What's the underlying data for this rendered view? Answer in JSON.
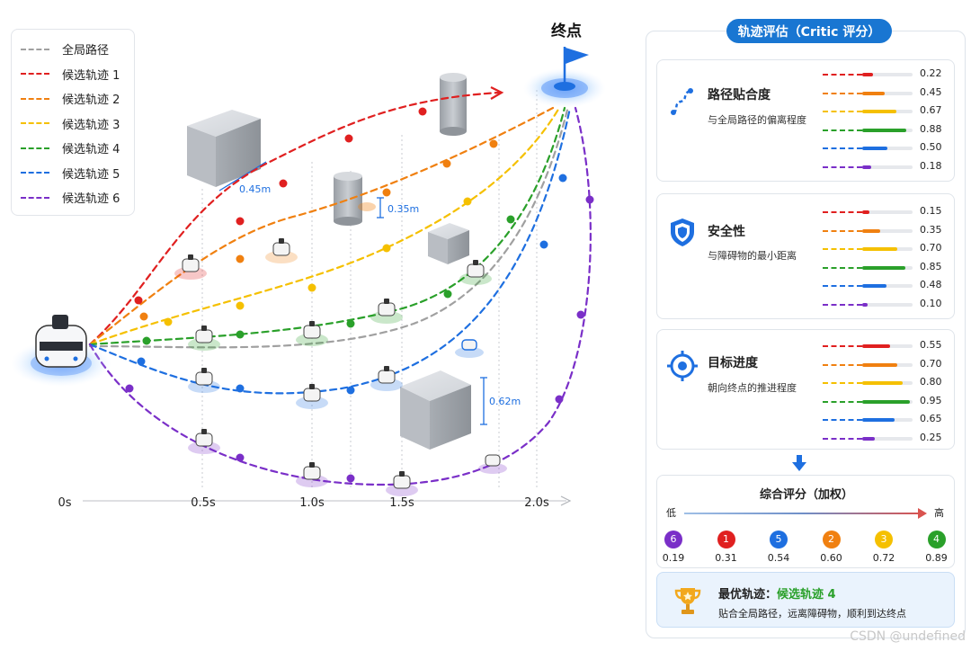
{
  "legend": {
    "items": [
      {
        "label": "全局路径",
        "color": "#a0a0a0"
      },
      {
        "label": "候选轨迹 1",
        "color": "#e02020"
      },
      {
        "label": "候选轨迹 2",
        "color": "#f08010"
      },
      {
        "label": "候选轨迹 3",
        "color": "#f5c000"
      },
      {
        "label": "候选轨迹 4",
        "color": "#2aa02a"
      },
      {
        "label": "候选轨迹 5",
        "color": "#1e6fe0"
      },
      {
        "label": "候选轨迹 6",
        "color": "#7a2fc8"
      }
    ]
  },
  "goal": {
    "label": "终点"
  },
  "obstacles": {
    "dim1": "0.45m",
    "dim2": "0.35m",
    "dim3": "0.62m"
  },
  "time_axis": {
    "ticks": [
      "0s",
      "0.5s",
      "1.0s",
      "1.5s",
      "2.0s"
    ]
  },
  "panel": {
    "title": "轨迹评估（Critic 评分）",
    "cards": [
      {
        "title": "路径贴合度",
        "desc": "与全局路径的偏离程度",
        "icon": "path-icon",
        "scores": [
          "0.22",
          "0.45",
          "0.67",
          "0.88",
          "0.50",
          "0.18"
        ],
        "fractions": [
          0.22,
          0.45,
          0.67,
          0.88,
          0.5,
          0.18
        ]
      },
      {
        "title": "安全性",
        "desc": "与障碍物的最小距离",
        "icon": "shield-icon",
        "scores": [
          "0.15",
          "0.35",
          "0.70",
          "0.85",
          "0.48",
          "0.10"
        ],
        "fractions": [
          0.15,
          0.35,
          0.7,
          0.85,
          0.48,
          0.1
        ]
      },
      {
        "title": "目标进度",
        "desc": "朝向终点的推进程度",
        "icon": "target-icon",
        "scores": [
          "0.55",
          "0.70",
          "0.80",
          "0.95",
          "0.65",
          "0.25"
        ],
        "fractions": [
          0.55,
          0.7,
          0.8,
          0.95,
          0.65,
          0.25
        ]
      }
    ],
    "overall": {
      "title": "综合评分（加权）",
      "low": "低",
      "high": "高",
      "ranking": [
        {
          "id": "6",
          "score": "0.19",
          "color": "#7a2fc8"
        },
        {
          "id": "1",
          "score": "0.31",
          "color": "#e02020"
        },
        {
          "id": "5",
          "score": "0.54",
          "color": "#1e6fe0"
        },
        {
          "id": "2",
          "score": "0.60",
          "color": "#f08010"
        },
        {
          "id": "3",
          "score": "0.72",
          "color": "#f5c000"
        },
        {
          "id": "4",
          "score": "0.89",
          "color": "#2aa02a"
        }
      ]
    },
    "best": {
      "label": "最优轨迹：",
      "value": "候选轨迹 4",
      "desc": "贴合全局路径，远离障碍物，顺利到达终点"
    }
  },
  "watermark": "CSDN @undefined"
}
